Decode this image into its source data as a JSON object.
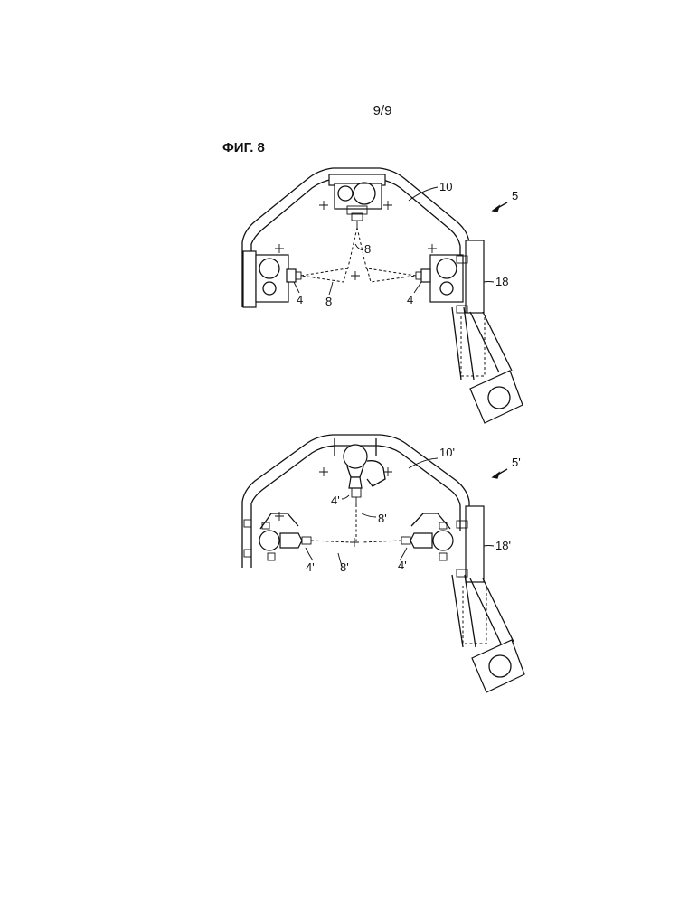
{
  "header": {
    "page_number": "9/9"
  },
  "figure": {
    "title": "ФИГ. 8"
  },
  "upper_view": {
    "labels": {
      "frame": "10",
      "assembly": "5",
      "beam_top": "8",
      "beam_bottom": "8",
      "sensor_left": "4",
      "sensor_right": "4",
      "mount": "18"
    }
  },
  "lower_view": {
    "labels": {
      "frame": "10'",
      "assembly": "5'",
      "sensor_top": "4'",
      "beam_top": "8'",
      "beam_bottom": "8'",
      "sensor_left": "4'",
      "sensor_right": "4'",
      "mount": "18'"
    }
  }
}
